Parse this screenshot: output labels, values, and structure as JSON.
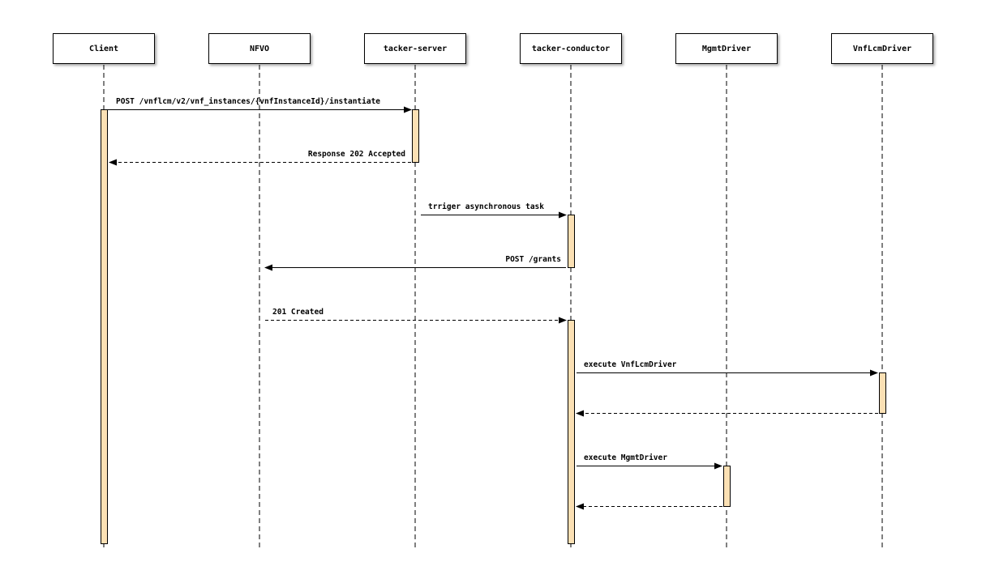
{
  "colors": {
    "activation_fill": "#fbe0b4",
    "line": "#000000",
    "background": "#ffffff"
  },
  "actors": [
    {
      "id": "client",
      "label": "Client"
    },
    {
      "id": "nfvo",
      "label": "NFVO"
    },
    {
      "id": "tacker-server",
      "label": "tacker-server"
    },
    {
      "id": "tacker-conductor",
      "label": "tacker-conductor"
    },
    {
      "id": "mgmtdriver",
      "label": "MgmtDriver"
    },
    {
      "id": "vnflcmdriver",
      "label": "VnfLcmDriver"
    }
  ],
  "messages": [
    {
      "from": "client",
      "to": "tacker-server",
      "label": "POST /vnflcm/v2/vnf_instances/{vnfInstanceId}/instantiate",
      "style": "solid"
    },
    {
      "from": "tacker-server",
      "to": "client",
      "label": "Response 202 Accepted",
      "style": "dashed"
    },
    {
      "from": "tacker-server",
      "to": "tacker-conductor",
      "label": "trriger asynchronous task",
      "style": "solid"
    },
    {
      "from": "tacker-conductor",
      "to": "nfvo",
      "label": "POST /grants",
      "style": "solid"
    },
    {
      "from": "nfvo",
      "to": "tacker-conductor",
      "label": "201 Created",
      "style": "dashed"
    },
    {
      "from": "tacker-conductor",
      "to": "vnflcmdriver",
      "label": "execute VnfLcmDriver",
      "style": "solid"
    },
    {
      "from": "vnflcmdriver",
      "to": "tacker-conductor",
      "label": "",
      "style": "dashed"
    },
    {
      "from": "tacker-conductor",
      "to": "mgmtdriver",
      "label": "execute MgmtDriver",
      "style": "solid"
    },
    {
      "from": "mgmtdriver",
      "to": "tacker-conductor",
      "label": "",
      "style": "dashed"
    }
  ]
}
